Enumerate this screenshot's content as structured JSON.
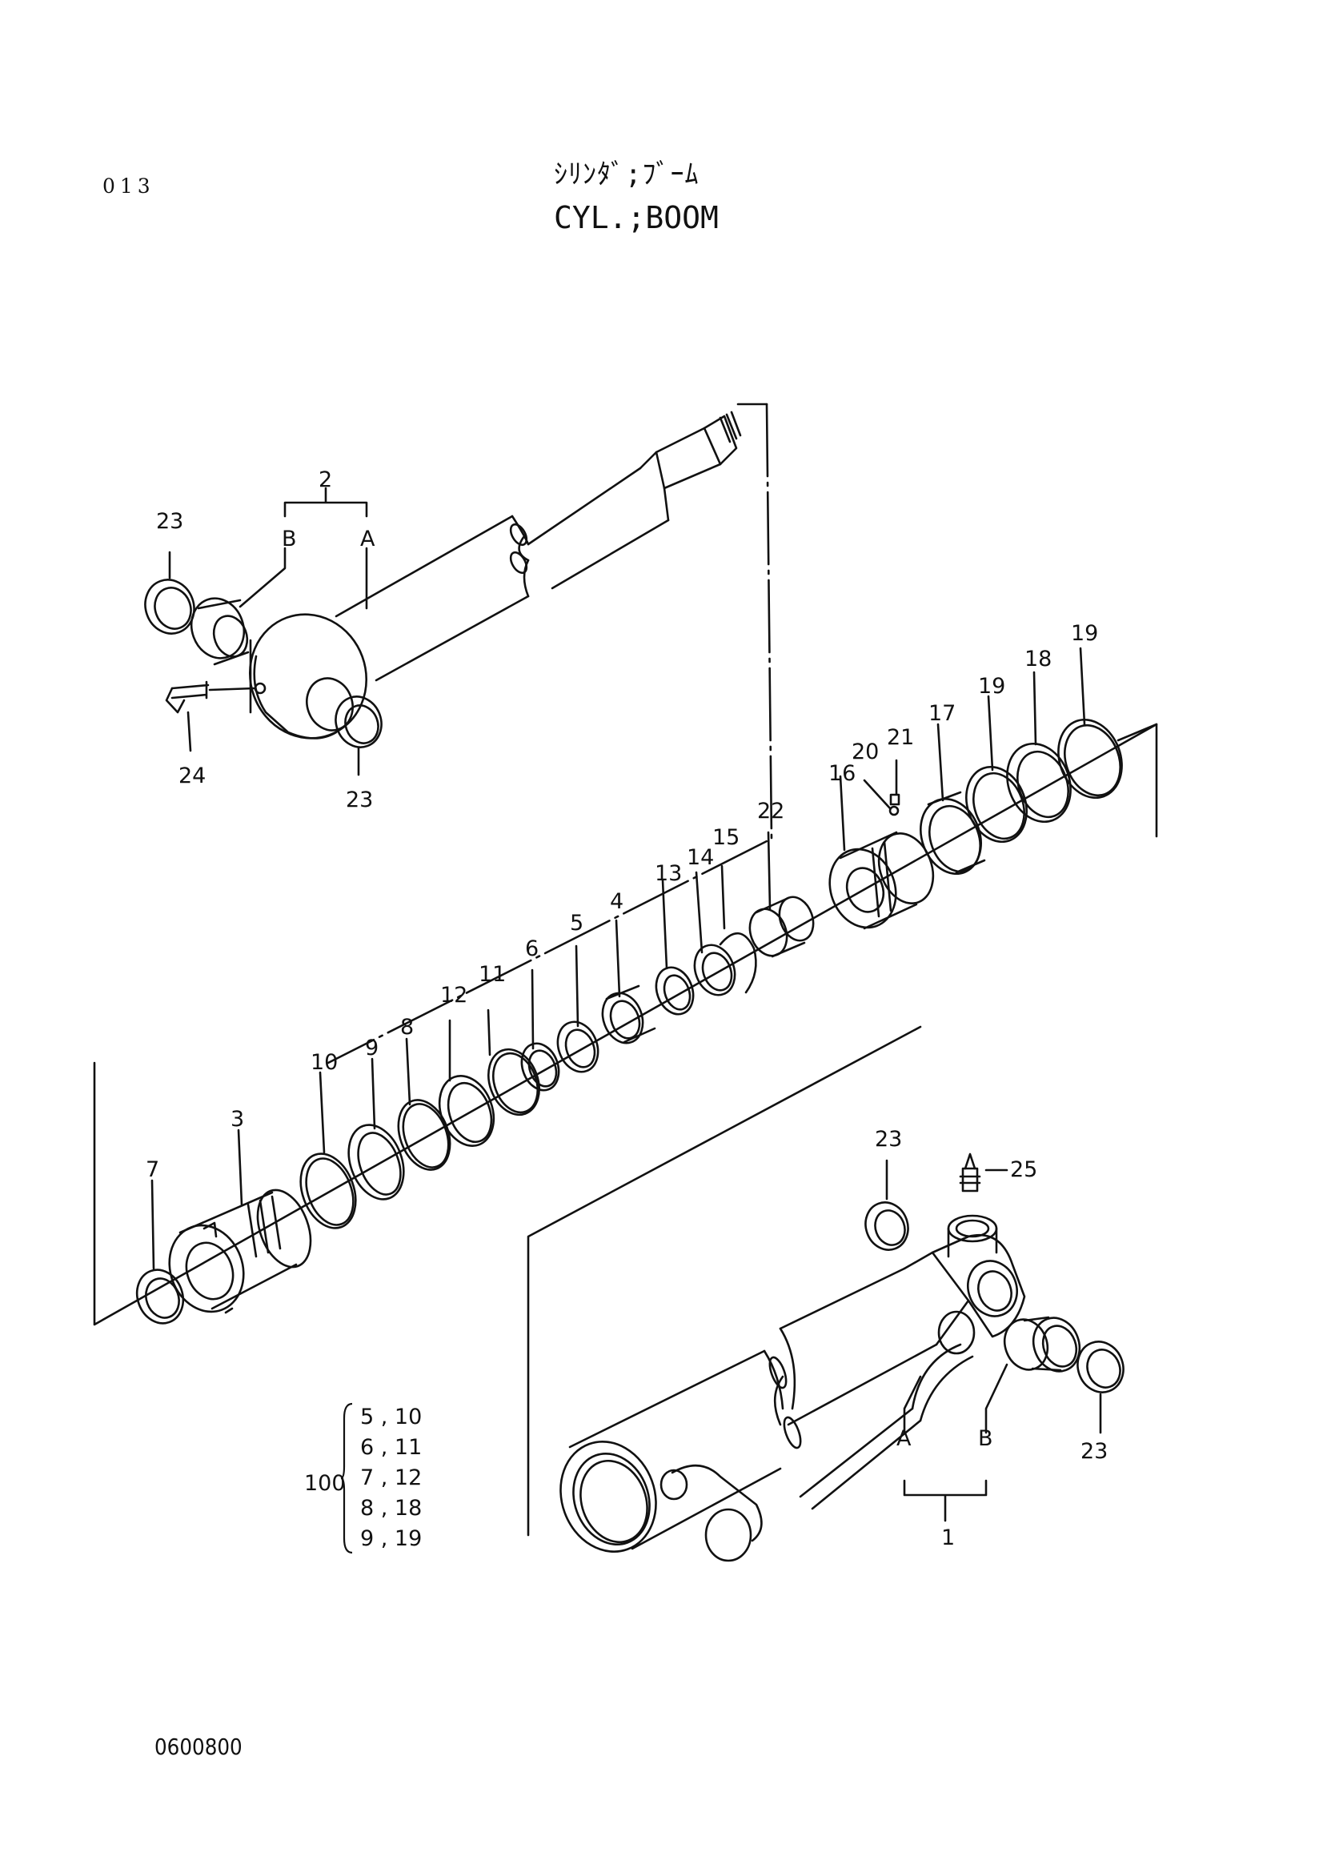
{
  "header": {
    "page_number": "013",
    "title_jp": "ｼﾘﾝﾀﾞ;ﾌﾞｰﾑ",
    "title_en": "CYL.;BOOM"
  },
  "footer": {
    "drawing_number": "0600800"
  },
  "callouts": {
    "p1": "1",
    "p2": "2",
    "p3": "3",
    "p4": "4",
    "p5": "5",
    "p6": "6",
    "p7": "7",
    "p8": "8",
    "p9": "9",
    "p10": "10",
    "p11": "11",
    "p12": "12",
    "p13": "13",
    "p14": "14",
    "p15": "15",
    "p16": "16",
    "p17": "17",
    "p18": "18",
    "p19a": "19",
    "p19b": "19",
    "p20": "20",
    "p21": "21",
    "p22": "22",
    "p23a": "23",
    "p23b": "23",
    "p23c": "23",
    "p23d": "23",
    "p24": "24",
    "p25": "25",
    "rodA": "A",
    "rodB": "B",
    "tubeA": "A",
    "tubeB": "B"
  },
  "kit": {
    "code": "100",
    "pairs": [
      "5 , 10",
      "6 , 11",
      "7 , 12",
      "8 , 18",
      "9 , 19"
    ]
  }
}
